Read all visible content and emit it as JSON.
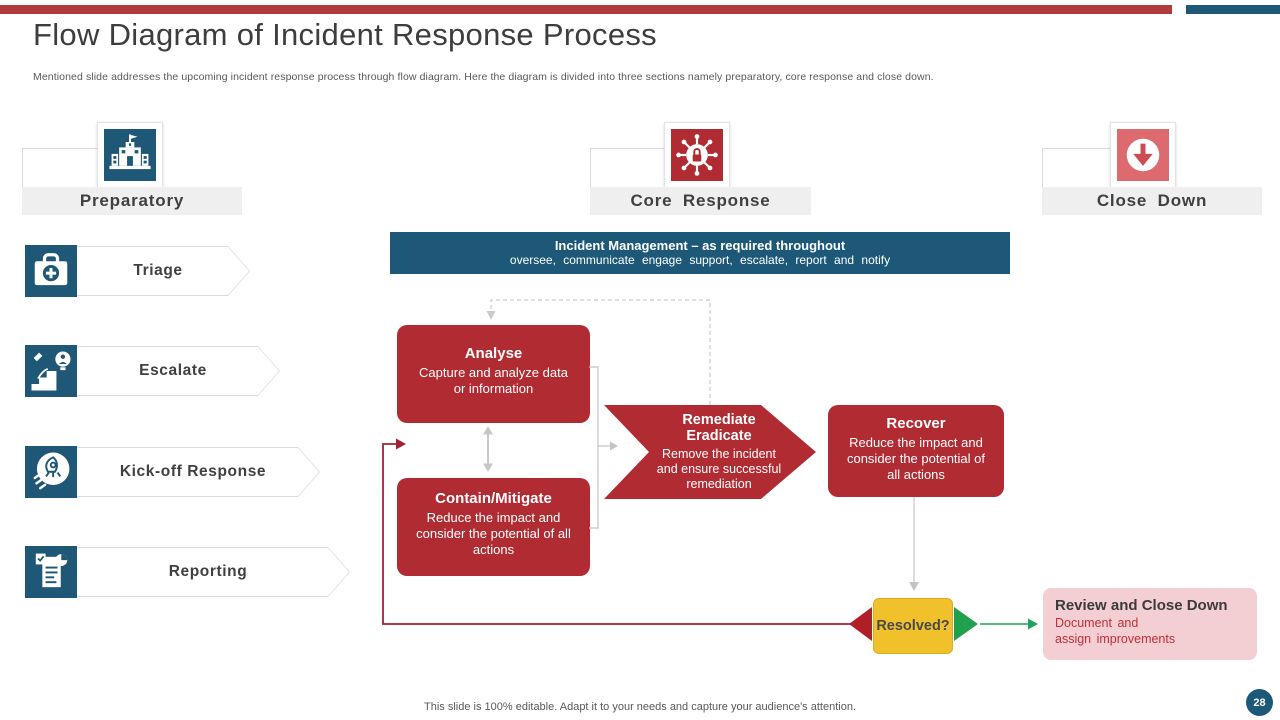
{
  "slide": {
    "title": "Flow Diagram of Incident Response Process",
    "subtitle": "Mentioned slide addresses the upcoming incident response process through flow diagram. Here the diagram is divided into three sections namely preparatory, core response and close down.",
    "footer_note": "This slide is 100% editable. Adapt it to your needs and capture your audience's attention.",
    "page_number": "28"
  },
  "sections": [
    {
      "label": "Preparatory",
      "icon": "institution-icon",
      "color": "#1E5876"
    },
    {
      "label": "Core Response",
      "icon": "security-chip-icon",
      "color": "#B12B33"
    },
    {
      "label": "Close Down",
      "icon": "down-arrow-icon",
      "color": "#DD6A6E"
    }
  ],
  "preparatory_steps": [
    {
      "label": "Triage",
      "icon": "first-aid-kit-icon"
    },
    {
      "label": "Escalate",
      "icon": "escalation-idea-icon"
    },
    {
      "label": "Kick-off Response",
      "icon": "rocket-icon"
    },
    {
      "label": "Reporting",
      "icon": "report-document-icon"
    }
  ],
  "incident_banner": {
    "line1": "Incident Management – as required throughout",
    "line2": "oversee, communicate engage support, escalate, report and notify"
  },
  "flow": {
    "analyse": {
      "title": "Analyse",
      "body": "Capture and analyze data or information"
    },
    "contain": {
      "title": "Contain/Mitigate",
      "body": "Reduce the impact and consider the potential of all actions"
    },
    "remediate": {
      "title": "Remediate Eradicate",
      "body": "Remove the incident and ensure successful remediation"
    },
    "recover": {
      "title": "Recover",
      "body": "Reduce the impact and consider the potential of all actions"
    },
    "resolved": {
      "label": "Resolved?"
    },
    "review": {
      "title": "Review and Close Down",
      "body_line1": "Document and",
      "body_line2": "assign improvements"
    }
  },
  "colors": {
    "accent_red": "#B12B33",
    "dark_blue": "#1E5876",
    "banner_blue": "#1D5878",
    "close_down_pink": "#DD6A6E",
    "resolved_yellow": "#F0C12A",
    "go_green": "#21A04E",
    "loop_red": "#A32035",
    "review_pink": "#F3CFD3",
    "review_text_red": "#C13038"
  }
}
